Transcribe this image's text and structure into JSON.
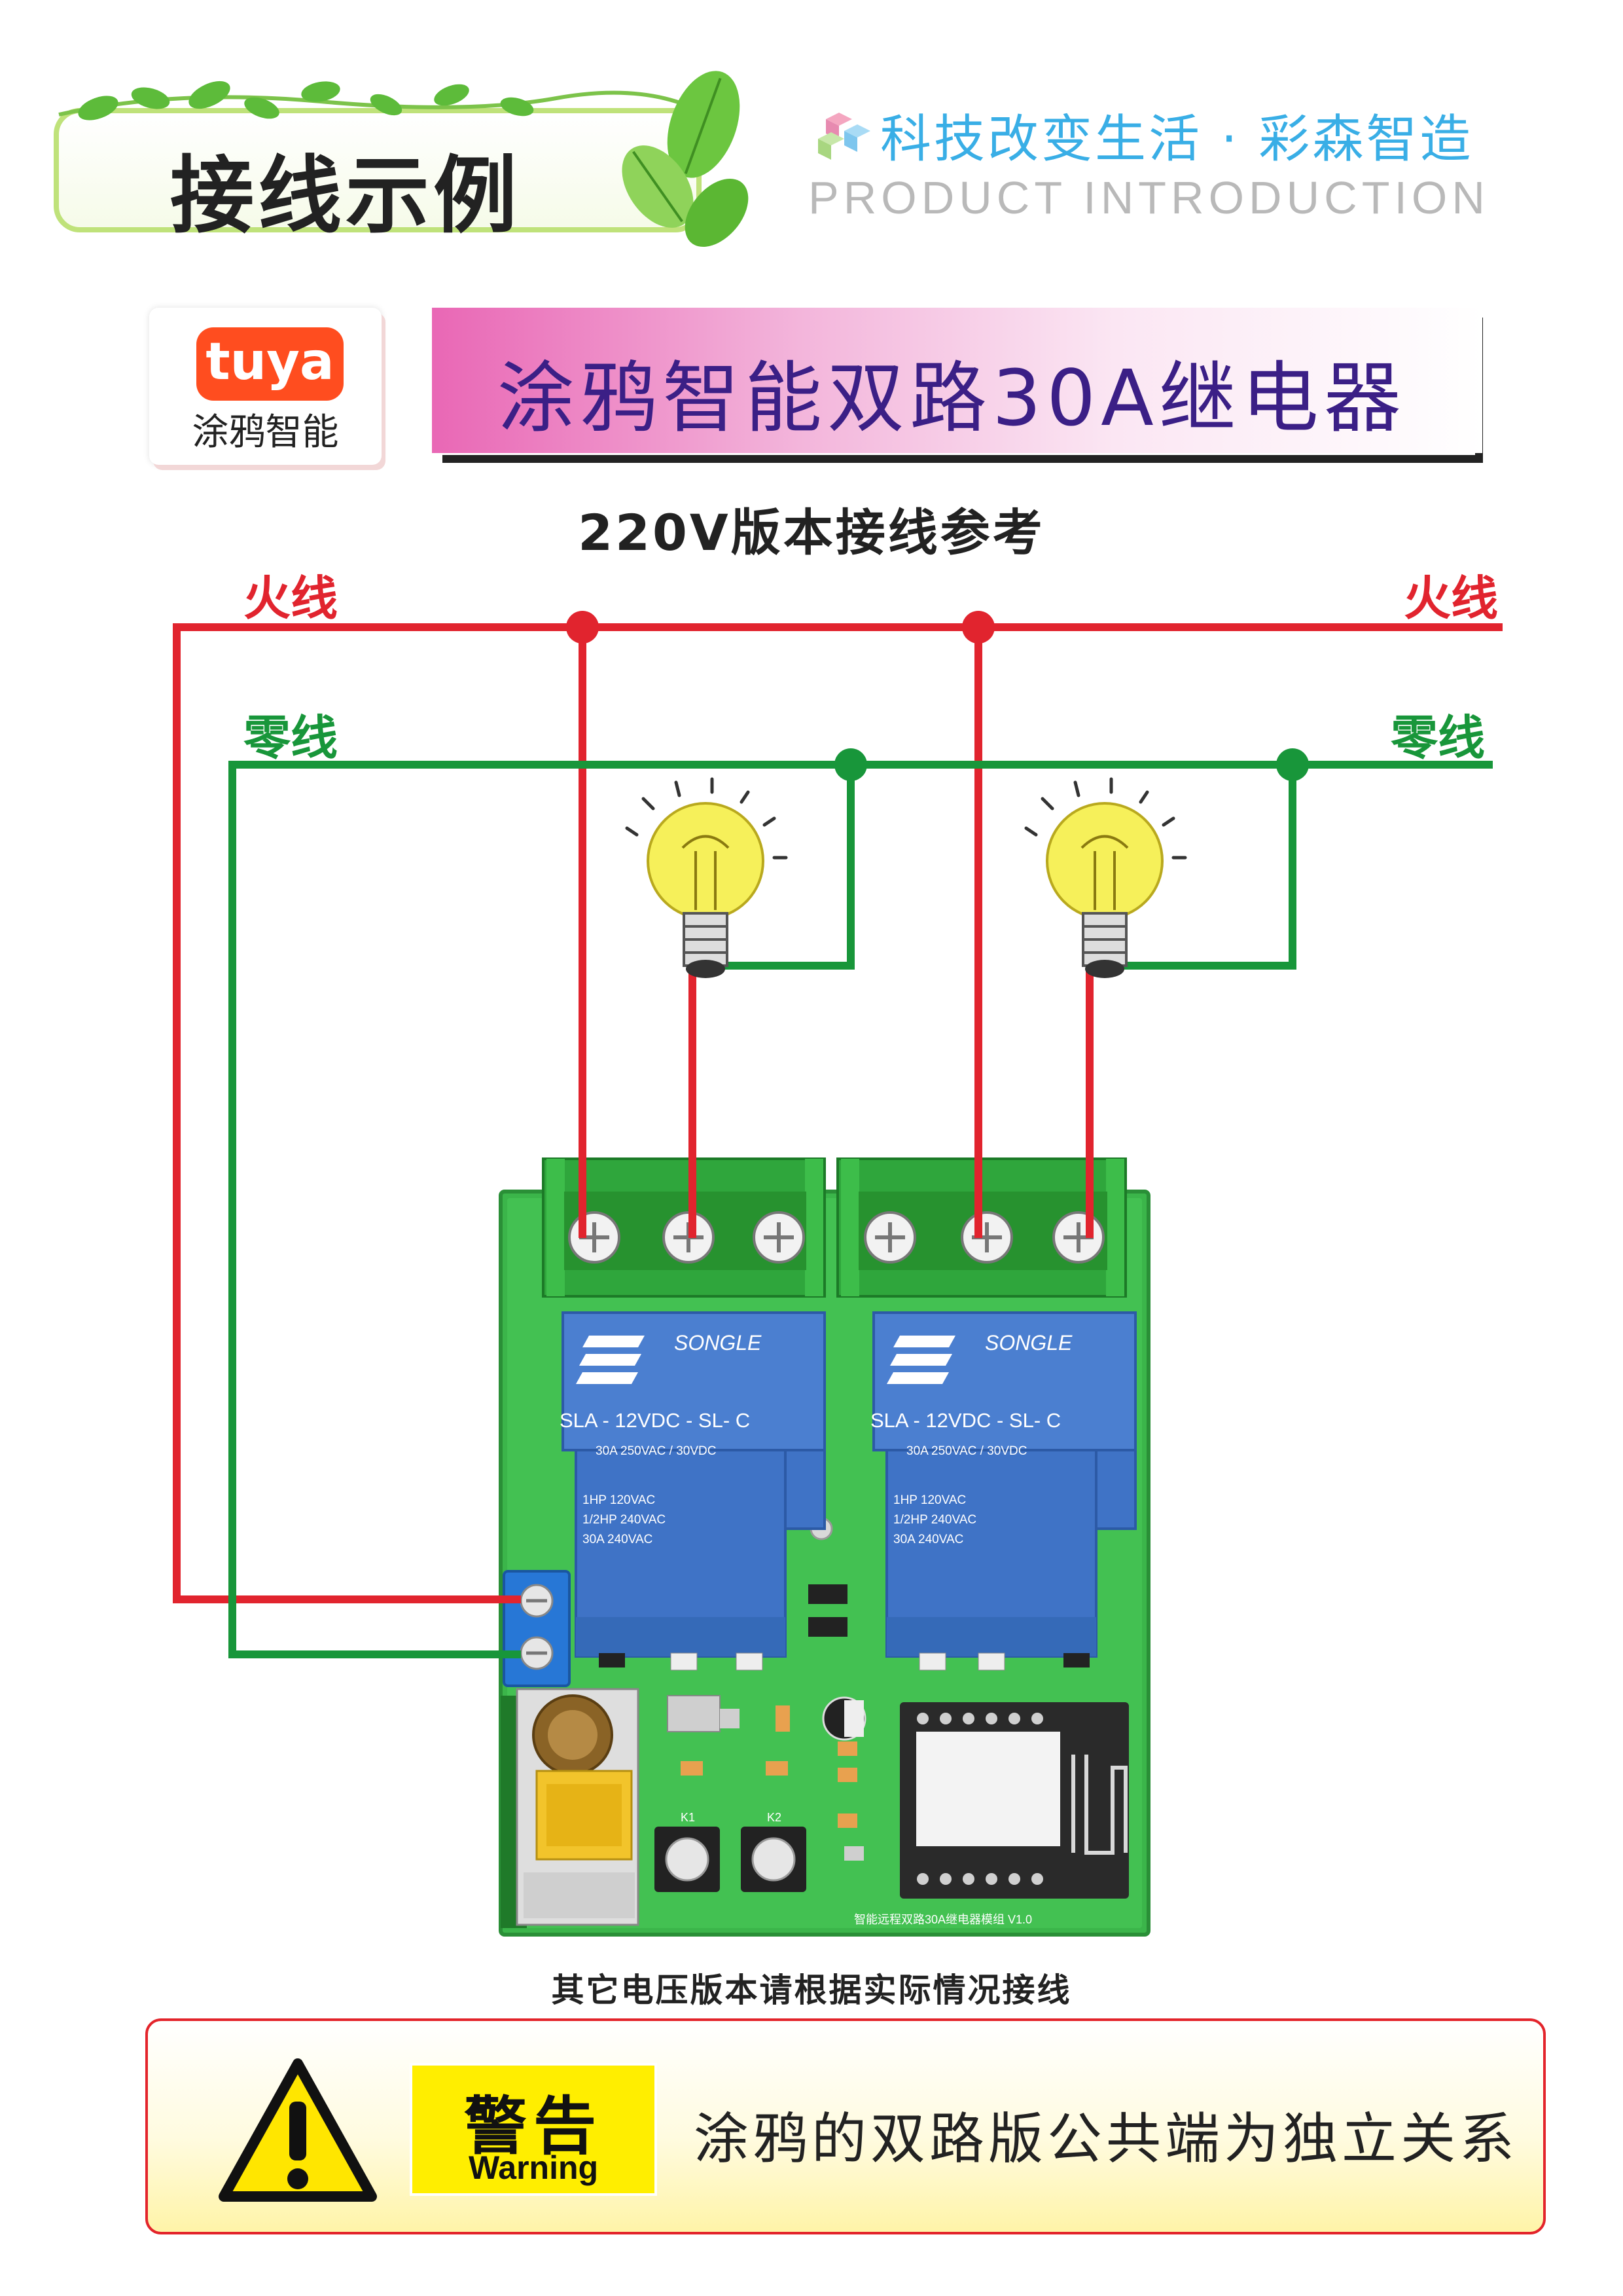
{
  "header": {
    "title": "接线示例",
    "slogan": "科技改变生活 · 彩森智造",
    "subtitle": "PRODUCT INTRODUCTION"
  },
  "brand": {
    "logo_text": "tuya",
    "name": "涂鸦智能"
  },
  "product": {
    "title": "涂鸦智能双路30A继电器"
  },
  "diagram": {
    "title": "220V版本接线参考",
    "live_label": "火线",
    "neutral_label": "零线",
    "live_color": "#e1242e",
    "neutral_color": "#18963a",
    "relays": [
      {
        "brand": "SONGLE",
        "model": "SLA - 12VDC - SL- C",
        "rating": "30A 250VAC / 30VDC",
        "spec1": "1HP 120VAC",
        "spec2": "1/2HP 240VAC",
        "spec3": "30A 240VAC"
      },
      {
        "brand": "SONGLE",
        "model": "SLA - 12VDC - SL- C",
        "rating": "30A 250VAC / 30VDC",
        "spec1": "1HP 120VAC",
        "spec2": "1/2HP 240VAC",
        "spec3": "30A 240VAC"
      }
    ],
    "board_label": "智能远程双路30A继电器模组 V1.0",
    "button_labels": [
      "K1",
      "K2"
    ],
    "note": "其它电压版本请根据实际情况接线"
  },
  "warning": {
    "badge_cn": "警告",
    "badge_en": "Warning",
    "message": "涂鸦的双路版公共端为独立关系"
  }
}
